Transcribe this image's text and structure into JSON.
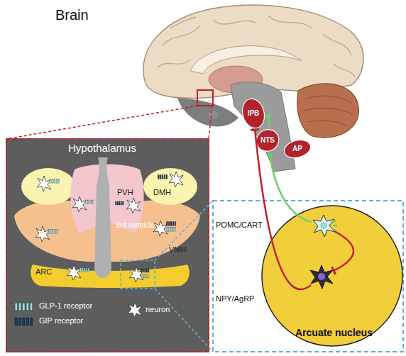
{
  "diagram": {
    "nodes": [
      {
        "text": [
          "Hypothalamus"
        ]
      },
      {
        "text": [
          "PVH"
        ],
        "in": 0
      },
      {
        "text": [
          "DMH"
        ],
        "in": 0
      },
      {
        "text": [
          "VMH"
        ],
        "in": 0
      },
      {
        "text": [
          "ARC"
        ],
        "in": 0
      },
      {
        "text": [
          "lPB"
        ]
      },
      {
        "text": [
          "NTS"
        ]
      },
      {
        "text": [
          "AP"
        ]
      },
      {
        "text": [
          "Arcuate nucleus"
        ]
      },
      {
        "text": [
          "POMC/CART"
        ],
        "in": 8
      },
      {
        "text": [
          "NPY/AgRP"
        ],
        "in": 8
      }
    ],
    "edges": [
      {
        "from": 9,
        "to": 6,
        "arrow": "to"
      },
      {
        "from": 6,
        "to": 5,
        "arrow": "to"
      },
      {
        "from": 10,
        "to": 5,
        "arrow": "to"
      },
      {
        "from": 9,
        "to": 10,
        "arrow": "to"
      }
    ],
    "labels": [
      "Brain",
      "3rd ventricle"
    ],
    "legend": [
      {
        "text": "GLP-1 receptor"
      },
      {
        "text": "GIP receptor"
      },
      {
        "text": "neuron"
      }
    ]
  }
}
